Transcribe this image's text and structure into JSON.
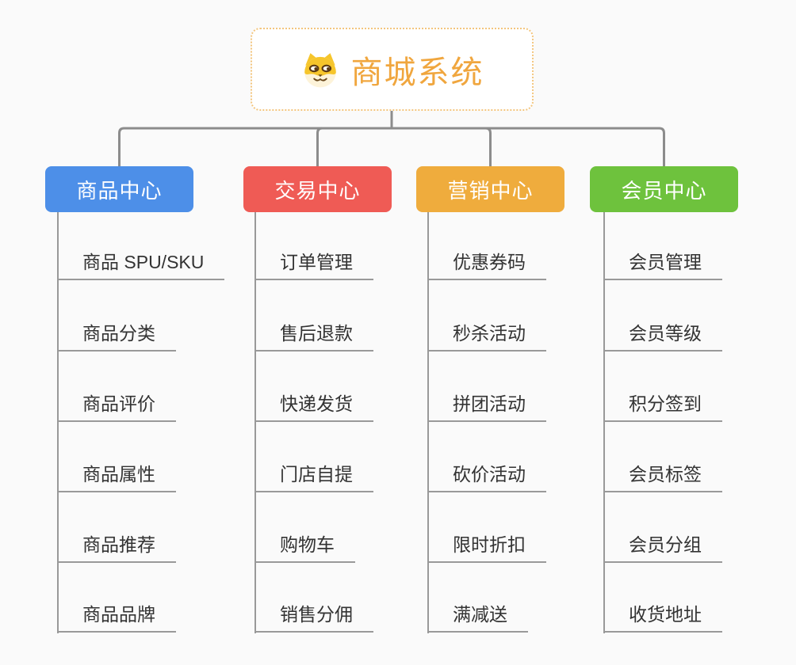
{
  "root": {
    "title": "商城系统",
    "icon": "shiba-dog-icon"
  },
  "branches": [
    {
      "label": "商品中心",
      "color": "#4D8FE8",
      "children": [
        "商品 SPU/SKU",
        "商品分类",
        "商品评价",
        "商品属性",
        "商品推荐",
        "商品品牌"
      ]
    },
    {
      "label": "交易中心",
      "color": "#EF5B55",
      "children": [
        "订单管理",
        "售后退款",
        "快递发货",
        "门店自提",
        "购物车",
        "销售分佣"
      ]
    },
    {
      "label": "营销中心",
      "color": "#EFAC3D",
      "children": [
        "优惠券码",
        "秒杀活动",
        "拼团活动",
        "砍价活动",
        "限时折扣",
        "满减送"
      ]
    },
    {
      "label": "会员中心",
      "color": "#6EC23D",
      "children": [
        "会员管理",
        "会员等级",
        "积分签到",
        "会员标签",
        "会员分组",
        "收货地址"
      ]
    }
  ],
  "colors": {
    "background": "#FAFAFA",
    "connector": "#8C8C8C",
    "leaf_line": "#999999",
    "leaf_text": "#333333",
    "root_text": "#F0A63E",
    "root_border": "#F3C57D",
    "root_bg": "#FFFFFF"
  }
}
